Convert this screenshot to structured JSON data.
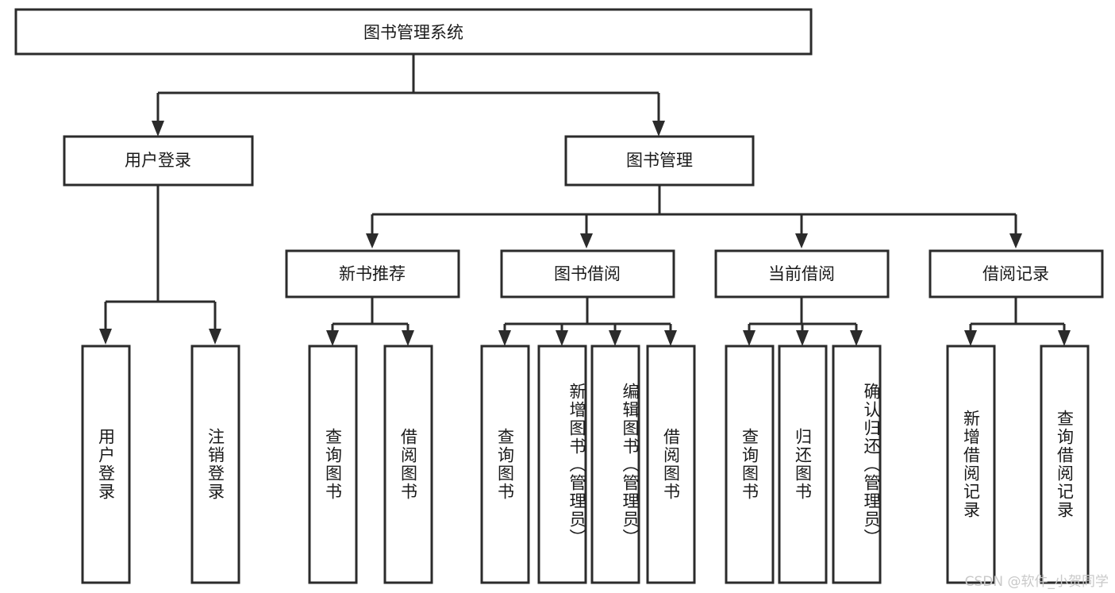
{
  "diagram": {
    "type": "tree-hierarchy",
    "title": "图书管理系统",
    "watermark": "CSDN @软件_小贺同学",
    "colors": {
      "stroke": "#2b2b2b",
      "fill": "#ffffff",
      "text": "#1a1a1a",
      "background": "#ffffff",
      "watermark": "#c9c9c9"
    },
    "levels": {
      "root": {
        "label": "图书管理系统"
      },
      "level2": [
        {
          "label": "用户登录"
        },
        {
          "label": "图书管理"
        }
      ],
      "level3": [
        {
          "label": "新书推荐"
        },
        {
          "label": "图书借阅"
        },
        {
          "label": "当前借阅"
        },
        {
          "label": "借阅记录"
        }
      ],
      "leaves": {
        "user_login": [
          {
            "label": "用户登录"
          },
          {
            "label": "注销登录"
          }
        ],
        "new_book_recommend": [
          {
            "label": "查询图书"
          },
          {
            "label": "借阅图书"
          }
        ],
        "book_borrow": [
          {
            "label": "查询图书"
          },
          {
            "label": "新增图书（管理员）"
          },
          {
            "label": "编辑图书（管理员）"
          },
          {
            "label": "借阅图书"
          }
        ],
        "current_borrow": [
          {
            "label": "查询图书"
          },
          {
            "label": "归还图书"
          },
          {
            "label": "确认归还（管理员）"
          }
        ],
        "borrow_record": [
          {
            "label": "新增借阅记录"
          },
          {
            "label": "查询借阅记录"
          }
        ]
      }
    }
  }
}
